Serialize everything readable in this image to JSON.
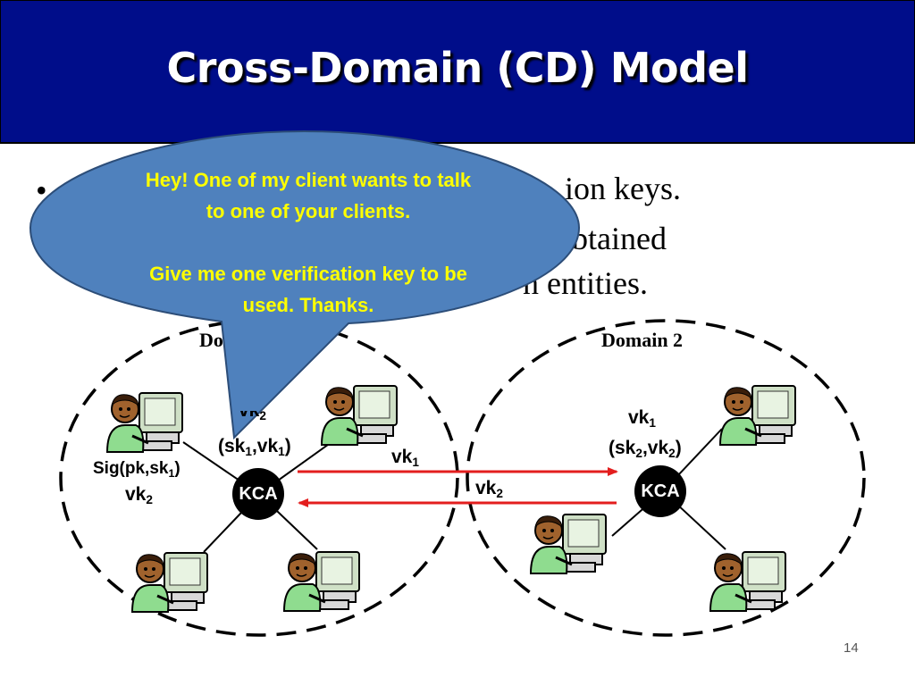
{
  "slide": {
    "title": "Cross-Domain (CD) Model",
    "page_number": "14",
    "bullet": {
      "line1_visible": "ion keys.",
      "line2_visible": "btained",
      "line3_visible": "n entities."
    },
    "callout": {
      "line1": "Hey! One of my client wants to talk",
      "line2": "to one of your clients.",
      "line3": "Give me one verification key to be",
      "line4": "used. Thanks."
    },
    "domain1": {
      "label_visible": "Do",
      "kca_label": "KCA",
      "vk_top": "vk",
      "vk_top_sub": "2",
      "pair_open": "(sk",
      "pair_sub1": "1",
      "pair_mid": ",vk",
      "pair_sub2": "1",
      "pair_close": ")",
      "sig_prefix": "Sig(pk,sk",
      "sig_sub": "1",
      "sig_close": ")",
      "vk_left": "vk",
      "vk_left_sub": "2"
    },
    "domain2": {
      "label": "Domain 2",
      "kca_label": "KCA",
      "vk_top": "vk",
      "vk_top_sub": "1",
      "pair_open": "(sk",
      "pair_sub1": "2",
      "pair_mid": ",vk",
      "pair_sub2": "2",
      "pair_close": ")"
    },
    "arrows": {
      "upper_label": "vk",
      "upper_sub": "1",
      "lower_label": "vk",
      "lower_sub": "2"
    },
    "colors": {
      "title_bar": "#000d8a",
      "callout_fill": "#4f81bd",
      "callout_text": "#ffff00",
      "arrow": "#e31e1e"
    }
  }
}
